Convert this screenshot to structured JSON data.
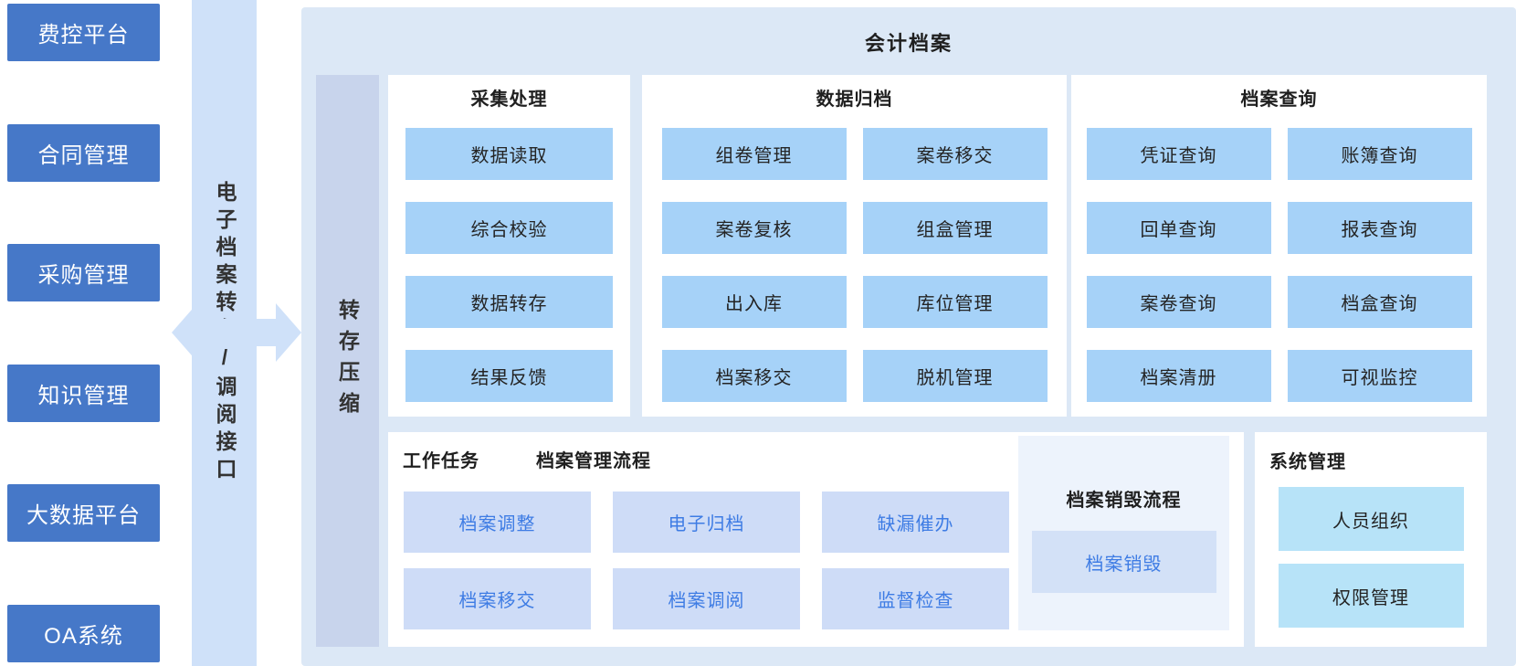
{
  "left_systems": {
    "items": [
      "费控平台",
      "合同管理",
      "采购管理",
      "知识管理",
      "大数据平台",
      "OA系统"
    ]
  },
  "interface_bar": {
    "label": "电子档案转存/调阅接口"
  },
  "main": {
    "title": "会计档案",
    "compress_bar": {
      "label": "转存压缩"
    },
    "top_panels": [
      {
        "title": "采集处理",
        "items": [
          "数据读取",
          "综合校验",
          "数据转存",
          "结果反馈"
        ]
      },
      {
        "title": "数据归档",
        "items": [
          "组卷管理",
          "案卷移交",
          "案卷复核",
          "组盒管理",
          "出入库",
          "库位管理",
          "档案移交",
          "脱机管理"
        ]
      },
      {
        "title": "档案查询",
        "items": [
          "凭证查询",
          "账簿查询",
          "回单查询",
          "报表查询",
          "案卷查询",
          "档盒查询",
          "档案清册",
          "可视监控"
        ]
      }
    ],
    "work_panel": {
      "title_left": "工作任务",
      "title_right": "档案管理流程",
      "items": [
        "档案调整",
        "电子归档",
        "缺漏催办",
        "档案移交",
        "档案调阅",
        "监督检查"
      ],
      "destroy_panel": {
        "title": "档案销毁流程",
        "items": [
          "档案销毁"
        ]
      }
    },
    "system_panel": {
      "title": "系统管理",
      "items": [
        "人员组织",
        "权限管理"
      ]
    }
  },
  "colors": {
    "external_system_box": "#4678c8",
    "interface_bar": "#cfe1f9",
    "main_panel_bg": "#dce8f6",
    "compress_bar": "#c8d4ec",
    "module_item": "#a6d2f8",
    "work_item": "#cedcf7",
    "work_item_text": "#3e7ce4",
    "destroy_panel_bg": "#edf3fc",
    "destroy_item": "#d3e1f7",
    "system_item": "#b7e3f8"
  }
}
